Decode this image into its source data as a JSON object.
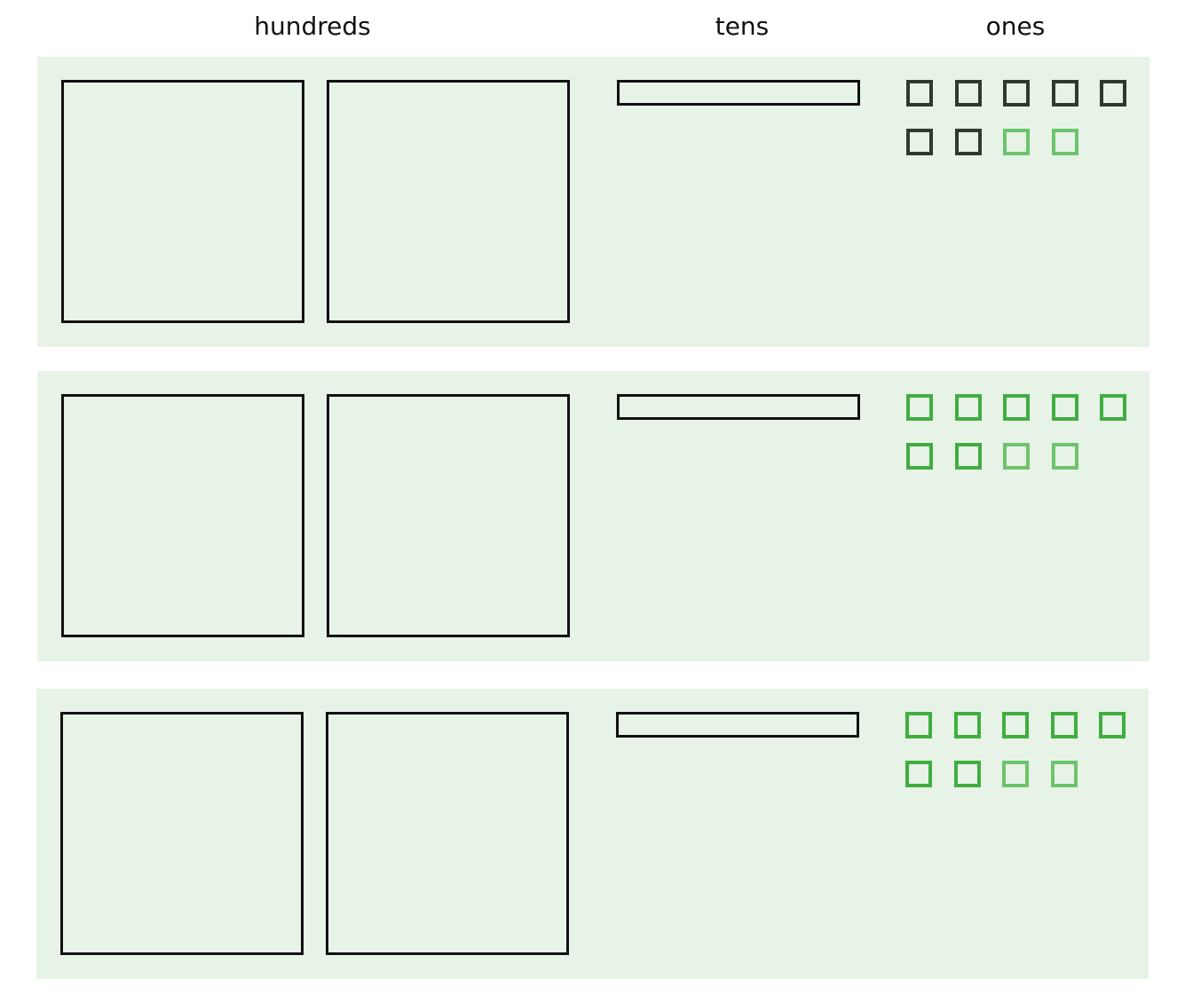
{
  "headers": {
    "hundreds": "hundreds",
    "tens": "tens",
    "ones": "ones"
  },
  "colors": {
    "panel_background": "#e8f3e8",
    "block_stroke": "#111111",
    "unit_dark": "#2d3a2d",
    "unit_green": "#3fae3f",
    "unit_light_green": "#6cc46c"
  },
  "rows": [
    {
      "hundreds": 2,
      "tens": 1,
      "ones": 9,
      "unit_colors": [
        "unit_dark",
        "unit_dark",
        "unit_dark",
        "unit_dark",
        "unit_dark",
        "unit_dark",
        "unit_dark",
        "unit_light_green",
        "unit_light_green"
      ]
    },
    {
      "hundreds": 2,
      "tens": 1,
      "ones": 9,
      "unit_colors": [
        "unit_green",
        "unit_green",
        "unit_green",
        "unit_green",
        "unit_green",
        "unit_green",
        "unit_green",
        "unit_light_green",
        "unit_light_green"
      ]
    },
    {
      "hundreds": 2,
      "tens": 1,
      "ones": 9,
      "unit_colors": [
        "unit_green",
        "unit_green",
        "unit_green",
        "unit_green",
        "unit_green",
        "unit_green",
        "unit_green",
        "unit_light_green",
        "unit_light_green"
      ]
    }
  ]
}
